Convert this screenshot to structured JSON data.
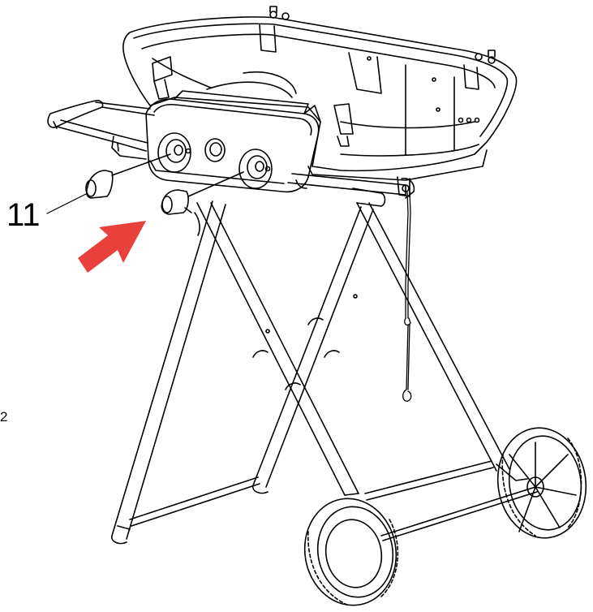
{
  "figure": {
    "callouts": [
      {
        "label": "11",
        "target": "control-knob"
      },
      {
        "label": "2",
        "target": "cropped-label"
      }
    ],
    "colors": {
      "linework": "#000000",
      "background": "#ffffff",
      "arrow": "#e8403a"
    },
    "icons": [
      "direction-arrow"
    ]
  }
}
